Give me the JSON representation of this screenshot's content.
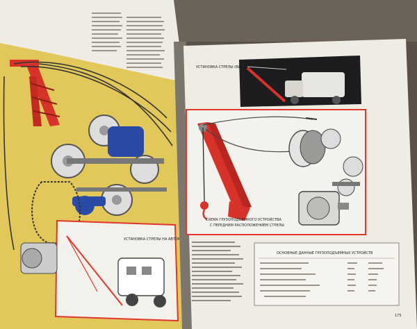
{
  "left_page": {
    "frame_caption": "УСТАНОВКА СТРЕЛЫ НА АВТОМОБИЛЬ"
  },
  "right_page": {
    "top_caption": "УСТАНОВКА СТРЕЛЫ (ВИДНО МАЧТАНЕ)",
    "scheme_caption_line1": "СХЕМА ГРУЗОПОДЪЕМНОГО УСТРОЙСТВА",
    "scheme_caption_line2": "С ПЕРЕДНИМ РАСПОЛОЖЕНИЕМ СТРЕЛЫ",
    "table_title": "ОСНОВНЫЕ ДАННЫЕ ГРУЗОПОДЪЕМНЫХ УСТРОЙСТВ",
    "page_number": "175"
  },
  "colors": {
    "page": "#efece4",
    "yellow_panel": "#e2c85b",
    "red_frame": "#e0372d",
    "black_panel": "#1d1d1f",
    "crane_red": "#d8332a",
    "blue_part": "#2a4aa8"
  }
}
